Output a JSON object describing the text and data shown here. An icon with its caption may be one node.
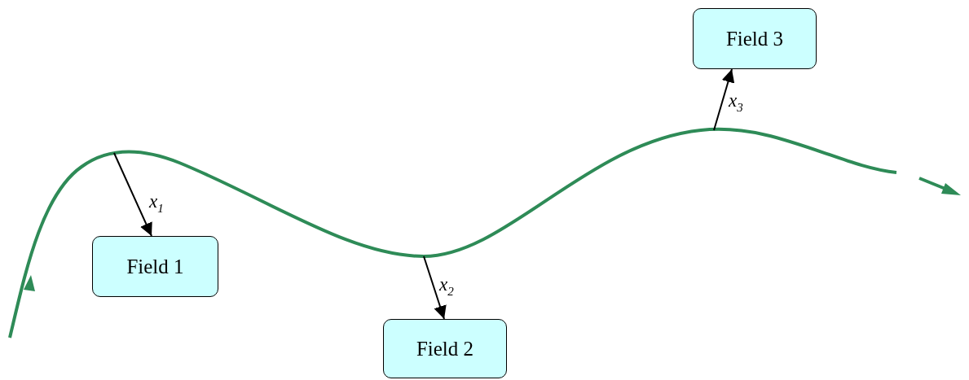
{
  "diagram": {
    "nodes": [
      {
        "text": [
          "Field 1"
        ]
      },
      {
        "text": [
          "Field 2"
        ]
      },
      {
        "text": [
          "Field 3"
        ]
      }
    ],
    "edges": [
      {
        "from": null,
        "to": 0,
        "arrow": "to",
        "label": "x$_{1}$"
      },
      {
        "from": null,
        "to": 1,
        "arrow": "to",
        "label": "x$_{2}$"
      },
      {
        "from": null,
        "to": 2,
        "arrow": "to",
        "label": "x$_{3}$"
      }
    ]
  }
}
